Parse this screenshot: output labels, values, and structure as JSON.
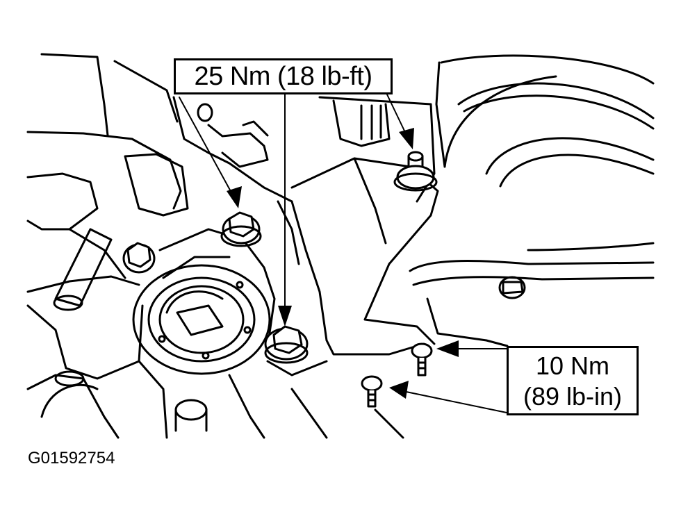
{
  "callouts": {
    "upper": {
      "text": "25 Nm (18 lb-ft)"
    },
    "lower": {
      "line1": "10 Nm",
      "line2": "(89 lb-in)"
    }
  },
  "figure_id": "G01592754",
  "colors": {
    "ink": "#000000",
    "paper": "#ffffff"
  }
}
